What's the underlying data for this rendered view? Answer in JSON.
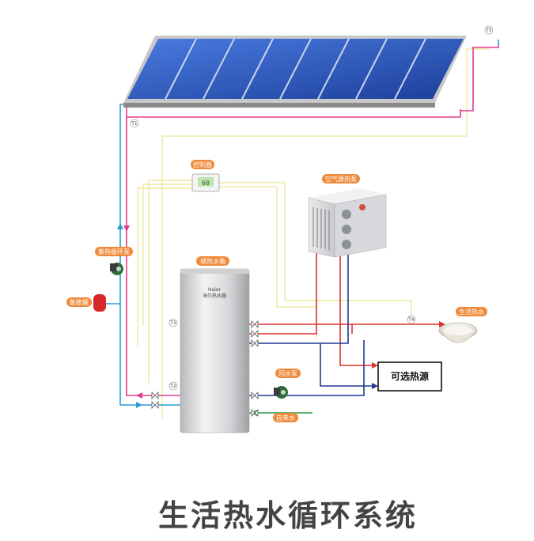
{
  "title": "生活热水循环系统",
  "labels": {
    "controller": "控制器",
    "heat_pump": "空气源热泵",
    "solar_pump": "集热循环泵",
    "expansion_tank": "膨胀罐",
    "storage_tank": "储热水箱",
    "domestic_hot_water": "生活热水",
    "return_pump": "回水泵",
    "cold_water": "自来水",
    "optional_heat_source": "可选热源"
  },
  "sensors": {
    "t1": "T1",
    "t2": "T2",
    "t3": "T3",
    "t4": "T4",
    "t5": "T5"
  },
  "controller_display": "60",
  "tank_brand": "Haier",
  "tank_sub": "海尔热水器",
  "colors": {
    "pipe_hot": "#e0312c",
    "pipe_cold": "#1f3a93",
    "pipe_solar_hot": "#e23c8c",
    "pipe_solar_cold": "#2a9ad6",
    "pipe_return": "#2a9d45",
    "sensor_wire": "#efe9a0",
    "tag_bg": "#f08a3a",
    "panel_blue": "#2d5bc2",
    "box_border": "#111111"
  }
}
